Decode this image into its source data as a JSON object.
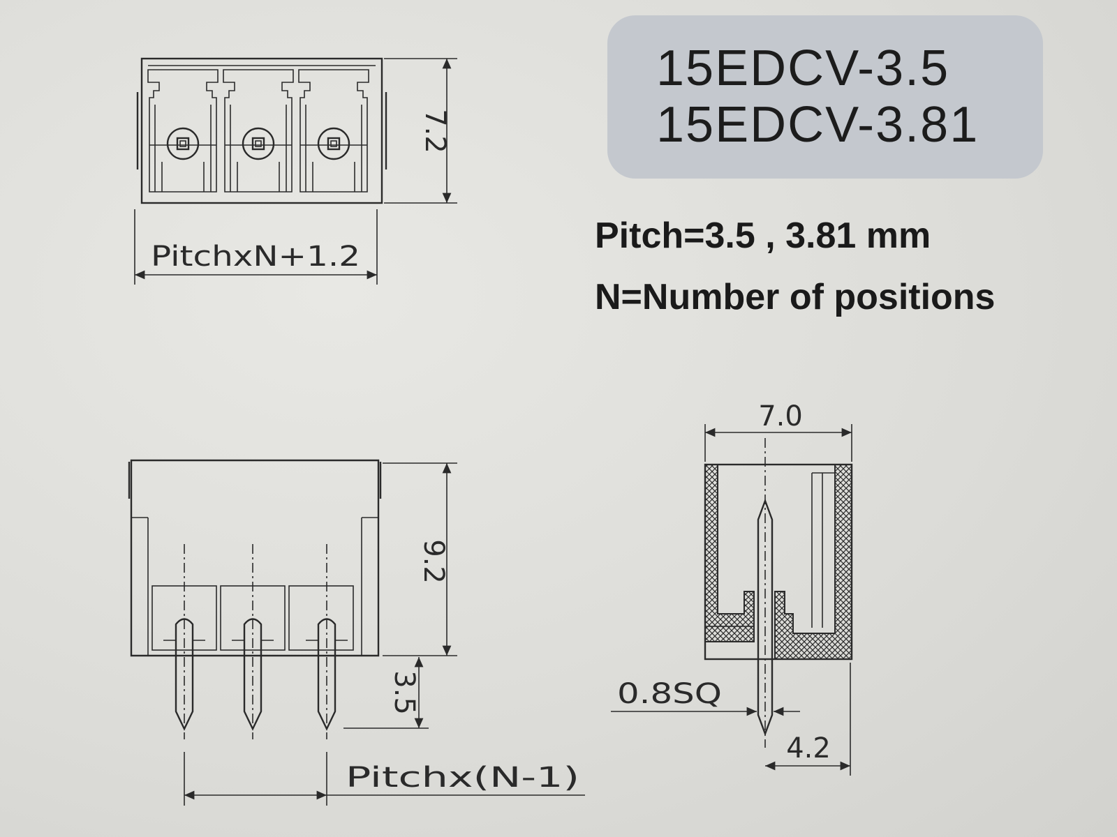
{
  "models": {
    "model_a": "15EDCV-3.5",
    "model_b": "15EDCV-3.81"
  },
  "notes": {
    "pitch": "Pitch=3.5 , 3.81 mm",
    "n_definition": "N=Number of positions"
  },
  "top_view": {
    "height_dim": "7.2",
    "width_dim": "PitchxN+1.2"
  },
  "front_view": {
    "height_dim": "9.2",
    "pin_length_dim": "3.5",
    "pin_spacing_dim": "Pitchx(N-1)"
  },
  "side_view": {
    "width_dim": "7.0",
    "pin_size_dim": "0.8SQ",
    "pin_offset_dim": "4.2"
  }
}
